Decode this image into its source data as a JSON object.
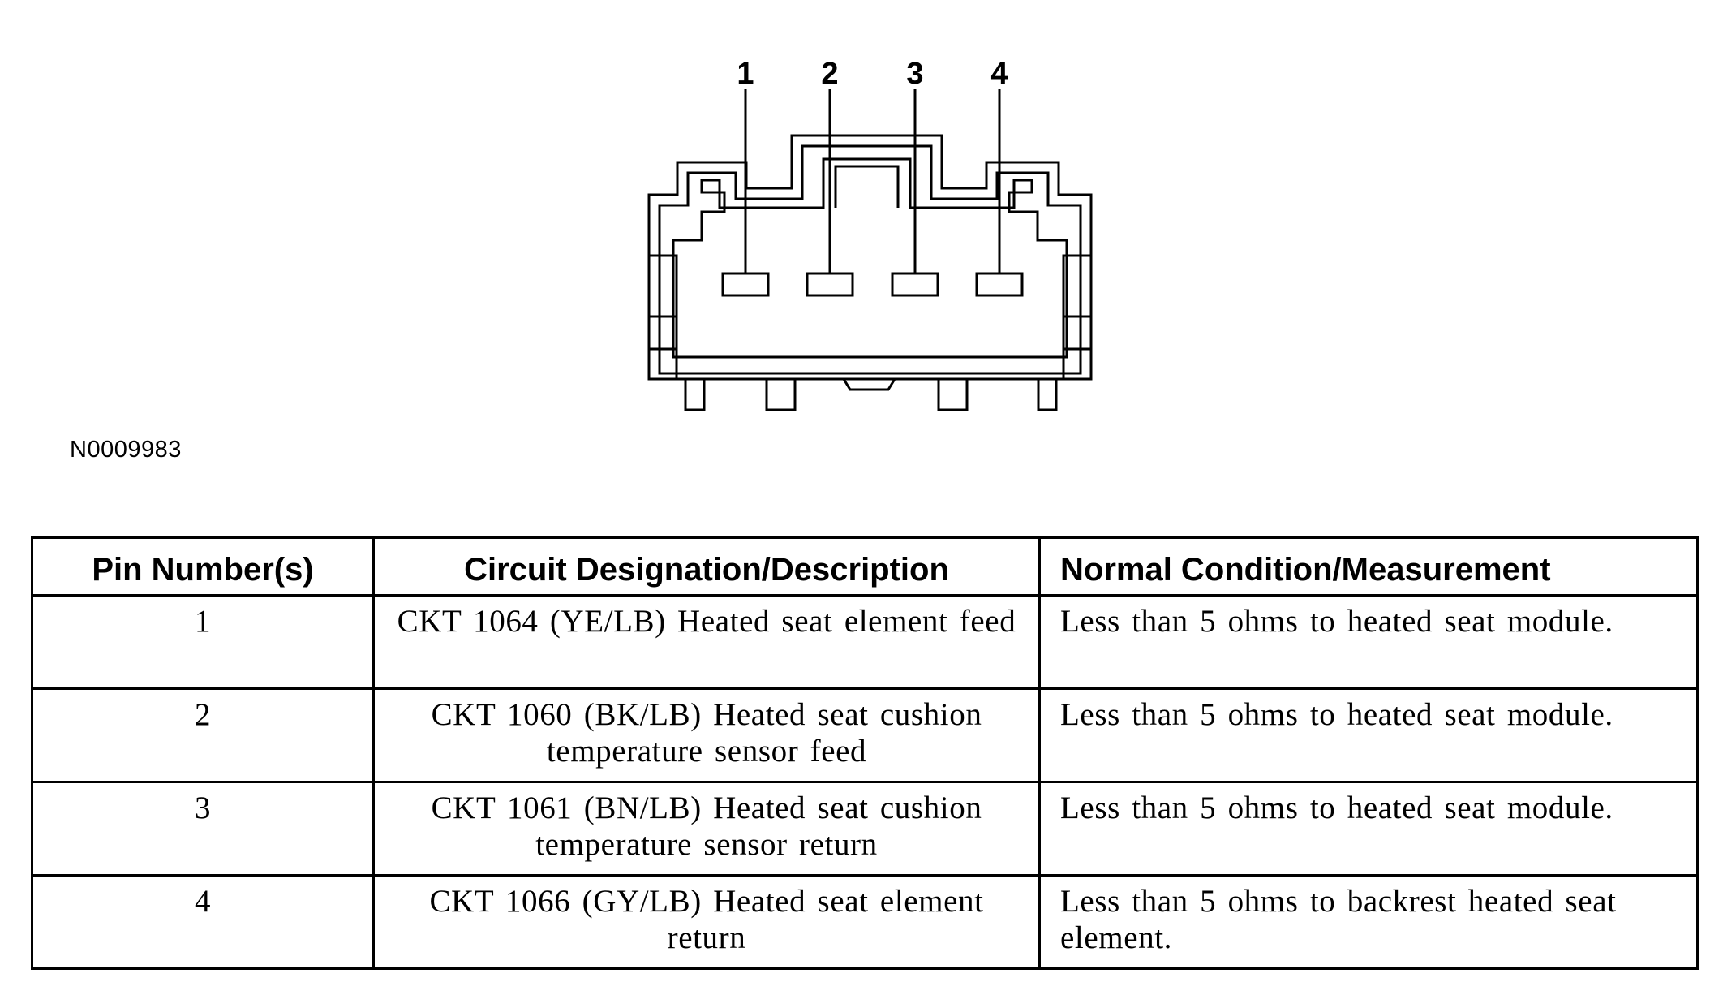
{
  "diagram": {
    "pin_labels": [
      "1",
      "2",
      "3",
      "4"
    ],
    "figure_id": "N0009983"
  },
  "table": {
    "headers": [
      "Pin Number(s)",
      "Circuit Designation/Description",
      "Normal Condition/Measurement"
    ],
    "rows": [
      {
        "pin": "1",
        "circuit": "CKT 1064 (YE/LB) Heated seat element feed",
        "condition": "Less than 5 ohms to heated seat module."
      },
      {
        "pin": "2",
        "circuit": "CKT 1060 (BK/LB) Heated seat cushion temperature sensor feed",
        "condition": "Less than 5 ohms to heated seat module."
      },
      {
        "pin": "3",
        "circuit": "CKT 1061 (BN/LB) Heated seat cushion temperature sensor return",
        "condition": "Less than 5 ohms to heated seat module."
      },
      {
        "pin": "4",
        "circuit": "CKT 1066 (GY/LB) Heated seat element return",
        "condition": "Less than 5 ohms to backrest heated seat element."
      }
    ]
  }
}
